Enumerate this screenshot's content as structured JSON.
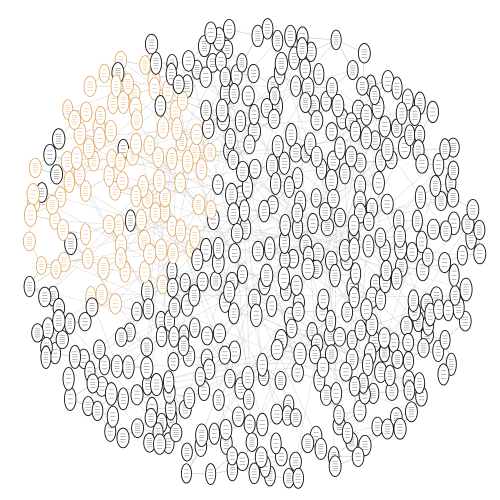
{
  "diagram": {
    "kind": "network-graph",
    "background_color": "#ffffff",
    "edge_color": "#c8c8c8",
    "node_outline_colors": {
      "default": "#111111",
      "highlighted_cluster": "#e0a55a"
    },
    "node_shape": "ellipse",
    "node_labels_legible": false,
    "highlighted_cluster_location": "left side"
  }
}
